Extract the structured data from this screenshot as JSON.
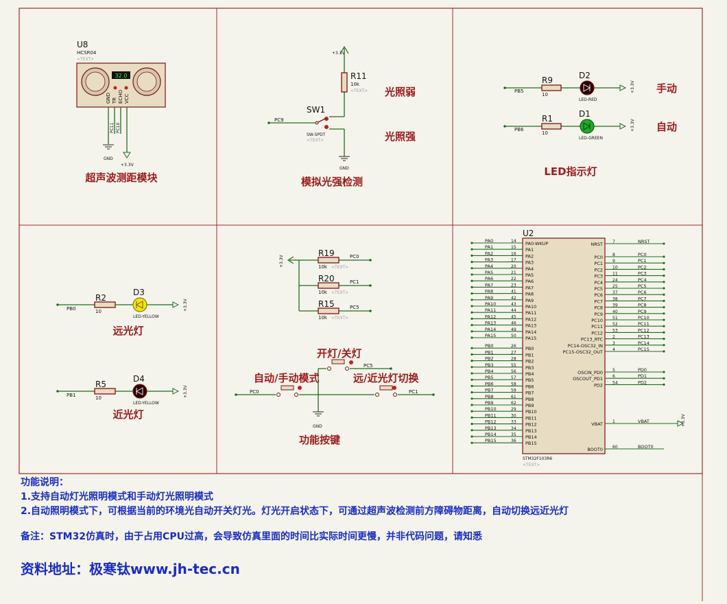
{
  "sections": {
    "ultrasonic": "超声波测距模块",
    "light_sensor": "模拟光强检测",
    "led": "LED指示灯",
    "headlight_near": "近光灯",
    "headlight_far": "远光灯",
    "buttons": "功能按键"
  },
  "labels": {
    "light_weak": "光照弱",
    "light_strong": "光照强",
    "manual": "手动",
    "auto": "自动",
    "btn_onoff": "开灯/关灯",
    "btn_mode": "自动/手动模式",
    "btn_switch": "远/近光灯切换"
  },
  "components": {
    "u8": {
      "ref": "U8",
      "type": "HCSR04",
      "display": "32.0",
      "pins": [
        "GND",
        "TR",
        "ECHO",
        "VCC"
      ],
      "nets": [
        "PC11",
        "PC10"
      ]
    },
    "r11": {
      "ref": "R11",
      "val": "10k"
    },
    "sw1": {
      "ref": "SW1",
      "type": "SW-SPDT",
      "net": "PC9"
    },
    "r9": {
      "ref": "R9",
      "val": "10",
      "net": "PB5"
    },
    "r1": {
      "ref": "R1",
      "val": "10",
      "net": "PB6"
    },
    "d2": {
      "ref": "D2",
      "type": "LED-RED"
    },
    "d1": {
      "ref": "D1",
      "type": "LED-GREEN"
    },
    "r2": {
      "ref": "R2",
      "val": "10",
      "net": "PB0"
    },
    "d3": {
      "ref": "D3",
      "type": "LED-YELLOW"
    },
    "r5": {
      "ref": "R5",
      "val": "10",
      "net": "PB1"
    },
    "d4": {
      "ref": "D4",
      "type": "LED-YELLOW"
    },
    "r19": {
      "ref": "R19",
      "val": "10k",
      "net": "PC0"
    },
    "r20": {
      "ref": "R20",
      "val": "10k",
      "net": "PC1"
    },
    "r15": {
      "ref": "R15",
      "val": "10k",
      "net": "PC5"
    },
    "btn_nets": [
      "PC5",
      "PC0",
      "PC1"
    ],
    "u2": {
      "ref": "U2",
      "type": "STM32F103R6",
      "left_pins": [
        [
          "PA0",
          "14",
          "PA0-WKUP"
        ],
        [
          "PA1",
          "15",
          "PA1"
        ],
        [
          "PA2",
          "16",
          "PA2"
        ],
        [
          "PA3",
          "17",
          "PA3"
        ],
        [
          "PA4",
          "20",
          "PA4"
        ],
        [
          "PA5",
          "21",
          "PA5"
        ],
        [
          "PA6",
          "22",
          "PA6"
        ],
        [
          "PA7",
          "23",
          "PA7"
        ],
        [
          "PA8",
          "41",
          "PA8"
        ],
        [
          "PA9",
          "42",
          "PA9"
        ],
        [
          "PA10",
          "43",
          "PA10"
        ],
        [
          "PA11",
          "44",
          "PA11"
        ],
        [
          "PA12",
          "45",
          "PA12"
        ],
        [
          "PA13",
          "46",
          "PA13"
        ],
        [
          "PA14",
          "49",
          "PA14"
        ],
        [
          "PA15",
          "50",
          "PA15"
        ],
        [
          "PB0",
          "26",
          "PB0"
        ],
        [
          "PB1",
          "27",
          "PB1"
        ],
        [
          "PB2",
          "28",
          "PB2"
        ],
        [
          "PB3",
          "55",
          "PB3"
        ],
        [
          "PB4",
          "56",
          "PB4"
        ],
        [
          "PB5",
          "57",
          "PB5"
        ],
        [
          "PB6",
          "58",
          "PB6"
        ],
        [
          "PB7",
          "59",
          "PB7"
        ],
        [
          "PB8",
          "61",
          "PB8"
        ],
        [
          "PB9",
          "62",
          "PB9"
        ],
        [
          "PB10",
          "29",
          "PB10"
        ],
        [
          "PB11",
          "30",
          "PB11"
        ],
        [
          "PB12",
          "33",
          "PB12"
        ],
        [
          "PB13",
          "34",
          "PB13"
        ],
        [
          "PB14",
          "35",
          "PB14"
        ],
        [
          "PB15",
          "36",
          "PB15"
        ]
      ],
      "right_pins_top": [
        [
          "NRST",
          "7",
          "NRST"
        ]
      ],
      "right_pins_c": [
        [
          "PC0",
          "8",
          "PC0"
        ],
        [
          "PC1",
          "9",
          "PC1"
        ],
        [
          "PC2",
          "10",
          "PC2"
        ],
        [
          "PC3",
          "11",
          "PC3"
        ],
        [
          "PC4",
          "24",
          "PC4"
        ],
        [
          "PC5",
          "25",
          "PC5"
        ],
        [
          "PC6",
          "37",
          "PC6"
        ],
        [
          "PC7",
          "38",
          "PC7"
        ],
        [
          "PC8",
          "39",
          "PC8"
        ],
        [
          "PC9",
          "40",
          "PC9"
        ],
        [
          "PC10",
          "51",
          "PC10"
        ],
        [
          "PC11",
          "52",
          "PC11"
        ],
        [
          "PC12",
          "53",
          "PC12"
        ],
        [
          "PC13_RTC",
          "2",
          "PC13"
        ],
        [
          "PC14-OSC32_IN",
          "3",
          "PC14"
        ],
        [
          "PC15-OSC32_OUT",
          "4",
          "PC15"
        ]
      ],
      "right_pins_d": [
        [
          "OSCIN_PD0",
          "5",
          "PD0"
        ],
        [
          "OSCOUT_PD1",
          "6",
          "PD1"
        ],
        [
          "PD2",
          "54",
          "PD2"
        ]
      ],
      "right_pins_bot": [
        [
          "VBAT",
          "1",
          "VBAT"
        ],
        [
          "BOOT0",
          "60",
          "BOOT0"
        ]
      ]
    }
  },
  "power": {
    "vcc": "+3.3V",
    "gnd": "GND",
    "placeholder": "<TEXT>"
  },
  "notes": {
    "heading": "功能说明：",
    "line1": "1.支持自动灯光照明模式和手动灯光照明模式",
    "line2": "2.自动照明模式下，可根据当前的环境光自动开关灯光。灯光开启状态下，可通过超声波检测前方障碍物距离，自动切换远近光灯",
    "remark": "备注：STM32仿真时，由于占用CPU过高，会导致仿真里面的时间比实际时间更慢，并非代码问题，请知悉",
    "url": "资料地址：极寒钛www.jh-tec.cn"
  }
}
